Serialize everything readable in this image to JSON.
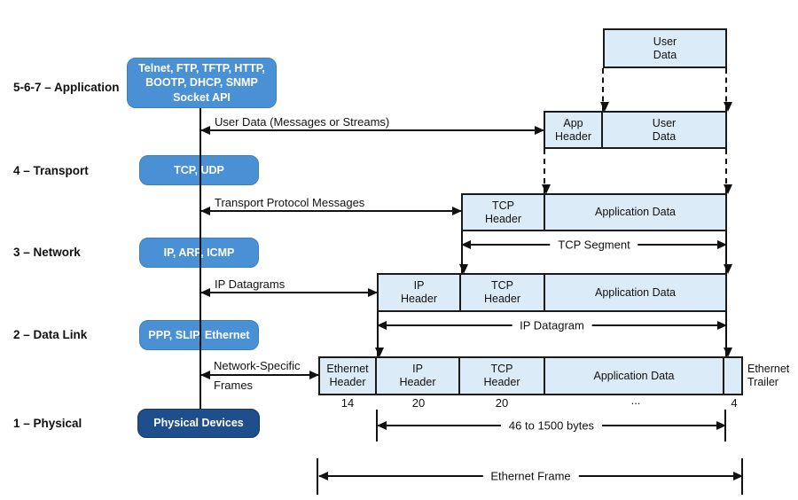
{
  "colors": {
    "protocol_box_blue": "#4a90d5",
    "physical_box_navy": "#1f4e8c",
    "packet_cell_fill": "#dcebf8",
    "line_black": "#1a1a1a"
  },
  "layers": [
    {
      "label": "5-6-7 – Application"
    },
    {
      "label": "4 – Transport"
    },
    {
      "label": "3 – Network"
    },
    {
      "label": "2 – Data Link"
    },
    {
      "label": "1 – Physical"
    }
  ],
  "protocols": {
    "application": "Telnet, FTP, TFTP, HTTP,\nBOOTP, DHCP, SNMP\nSocket API",
    "transport": "TCP, UDP",
    "network": "IP, ARP, ICMP",
    "data_link": "PPP, SLIP, Ethernet",
    "physical": "Physical Devices"
  },
  "flow_labels": {
    "application": "User Data (Messages or Streams)",
    "transport": "Transport Protocol Messages",
    "network": "IP Datagrams",
    "data_link_line1": "Network-Specific",
    "data_link_line2": "Frames"
  },
  "encapsulation": {
    "row1": {
      "user_data": "User\nData"
    },
    "row2": {
      "app_header": "App\nHeader",
      "user_data": "User\nData"
    },
    "row3": {
      "tcp_header": "TCP\nHeader",
      "application_data": "Application Data"
    },
    "row4": {
      "ip_header": "IP\nHeader",
      "tcp_header": "TCP\nHeader",
      "application_data": "Application Data"
    },
    "row5": {
      "ethernet_header": "Ethernet\nHeader",
      "ip_header": "IP\nHeader",
      "tcp_header": "TCP\nHeader",
      "application_data": "Application Data",
      "ethernet_trailer": "Ethernet\nTrailer"
    }
  },
  "measures": {
    "tcp_segment": "TCP Segment",
    "ip_datagram": "IP Datagram",
    "payload_size": "46 to 1500 bytes",
    "ethernet_frame": "Ethernet Frame"
  },
  "byte_counts": {
    "ethernet_header": "14",
    "ip_header": "20",
    "tcp_header": "20",
    "application_data": "...",
    "ethernet_trailer": "4"
  }
}
